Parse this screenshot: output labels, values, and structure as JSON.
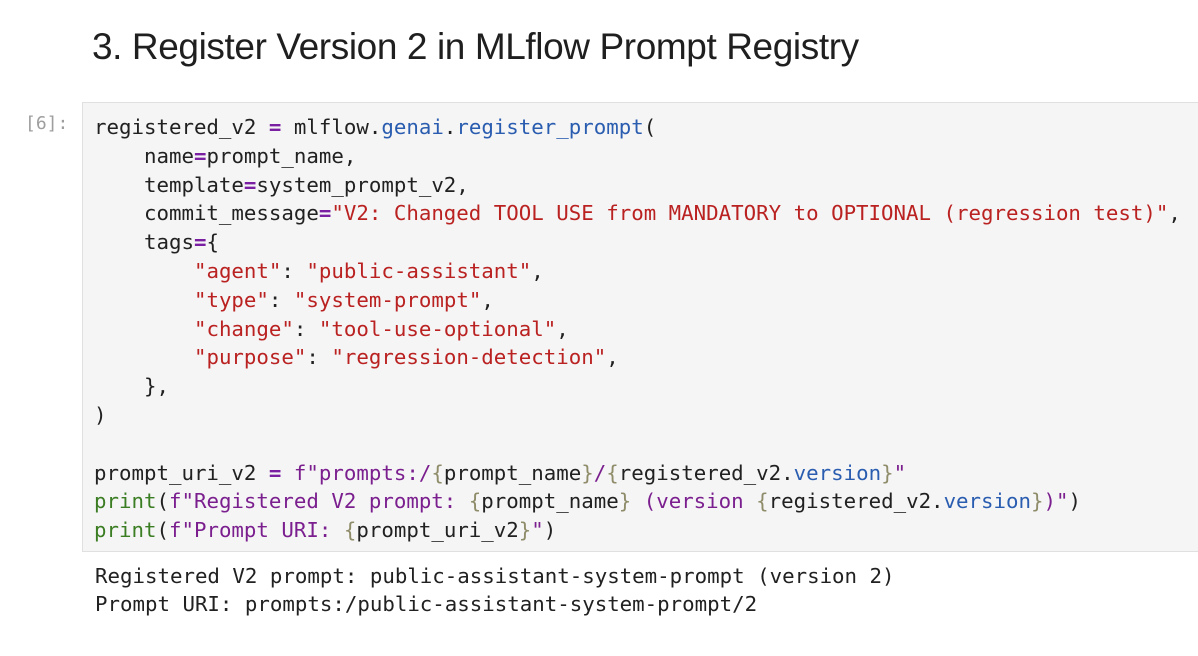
{
  "heading": "3. Register Version 2 in MLflow Prompt Registry",
  "cell": {
    "prompt": "[6]:",
    "code_lines": [
      [
        [
          "plain",
          "registered_v2 "
        ],
        [
          "op",
          "="
        ],
        [
          "plain",
          " mlflow."
        ],
        [
          "attr",
          "genai"
        ],
        [
          "plain",
          "."
        ],
        [
          "attr",
          "register_prompt"
        ],
        [
          "plain",
          "("
        ]
      ],
      [
        [
          "plain",
          "    name"
        ],
        [
          "op",
          "="
        ],
        [
          "plain",
          "prompt_name,"
        ]
      ],
      [
        [
          "plain",
          "    template"
        ],
        [
          "op",
          "="
        ],
        [
          "plain",
          "system_prompt_v2,"
        ]
      ],
      [
        [
          "plain",
          "    commit_message"
        ],
        [
          "op",
          "="
        ],
        [
          "str",
          "\"V2: Changed TOOL USE from MANDATORY to OPTIONAL (regression test)\""
        ],
        [
          "plain",
          ","
        ]
      ],
      [
        [
          "plain",
          "    tags"
        ],
        [
          "op",
          "="
        ],
        [
          "plain",
          "{"
        ]
      ],
      [
        [
          "plain",
          "        "
        ],
        [
          "str",
          "\"agent\""
        ],
        [
          "plain",
          ": "
        ],
        [
          "str",
          "\"public-assistant\""
        ],
        [
          "plain",
          ","
        ]
      ],
      [
        [
          "plain",
          "        "
        ],
        [
          "str",
          "\"type\""
        ],
        [
          "plain",
          ": "
        ],
        [
          "str",
          "\"system-prompt\""
        ],
        [
          "plain",
          ","
        ]
      ],
      [
        [
          "plain",
          "        "
        ],
        [
          "str",
          "\"change\""
        ],
        [
          "plain",
          ": "
        ],
        [
          "str",
          "\"tool-use-optional\""
        ],
        [
          "plain",
          ","
        ]
      ],
      [
        [
          "plain",
          "        "
        ],
        [
          "str",
          "\"purpose\""
        ],
        [
          "plain",
          ": "
        ],
        [
          "str",
          "\"regression-detection\""
        ],
        [
          "plain",
          ","
        ]
      ],
      [
        [
          "plain",
          "    },"
        ]
      ],
      [
        [
          "plain",
          ")"
        ]
      ],
      [
        [
          "plain",
          " "
        ]
      ],
      [
        [
          "plain",
          "prompt_uri_v2 "
        ],
        [
          "op",
          "="
        ],
        [
          "plain",
          " "
        ],
        [
          "fstr",
          "f\"prompts:/"
        ],
        [
          "brace",
          "{"
        ],
        [
          "plain",
          "prompt_name"
        ],
        [
          "brace",
          "}"
        ],
        [
          "fstr",
          "/"
        ],
        [
          "brace",
          "{"
        ],
        [
          "plain",
          "registered_v2."
        ],
        [
          "attr",
          "version"
        ],
        [
          "brace",
          "}"
        ],
        [
          "fstr",
          "\""
        ]
      ],
      [
        [
          "builtin",
          "print"
        ],
        [
          "plain",
          "("
        ],
        [
          "fstr",
          "f\"Registered V2 prompt: "
        ],
        [
          "brace",
          "{"
        ],
        [
          "plain",
          "prompt_name"
        ],
        [
          "brace",
          "}"
        ],
        [
          "fstr",
          " (version "
        ],
        [
          "brace",
          "{"
        ],
        [
          "plain",
          "registered_v2."
        ],
        [
          "attr",
          "version"
        ],
        [
          "brace",
          "}"
        ],
        [
          "fstr",
          ")\""
        ],
        [
          "plain",
          ")"
        ]
      ],
      [
        [
          "builtin",
          "print"
        ],
        [
          "plain",
          "("
        ],
        [
          "fstr",
          "f\"Prompt URI: "
        ],
        [
          "brace",
          "{"
        ],
        [
          "plain",
          "prompt_uri_v2"
        ],
        [
          "brace",
          "}"
        ],
        [
          "fstr",
          "\""
        ],
        [
          "plain",
          ")"
        ]
      ]
    ],
    "output_lines": [
      "Registered V2 prompt: public-assistant-system-prompt (version 2)",
      "Prompt URI: prompts:/public-assistant-system-prompt/2"
    ]
  }
}
